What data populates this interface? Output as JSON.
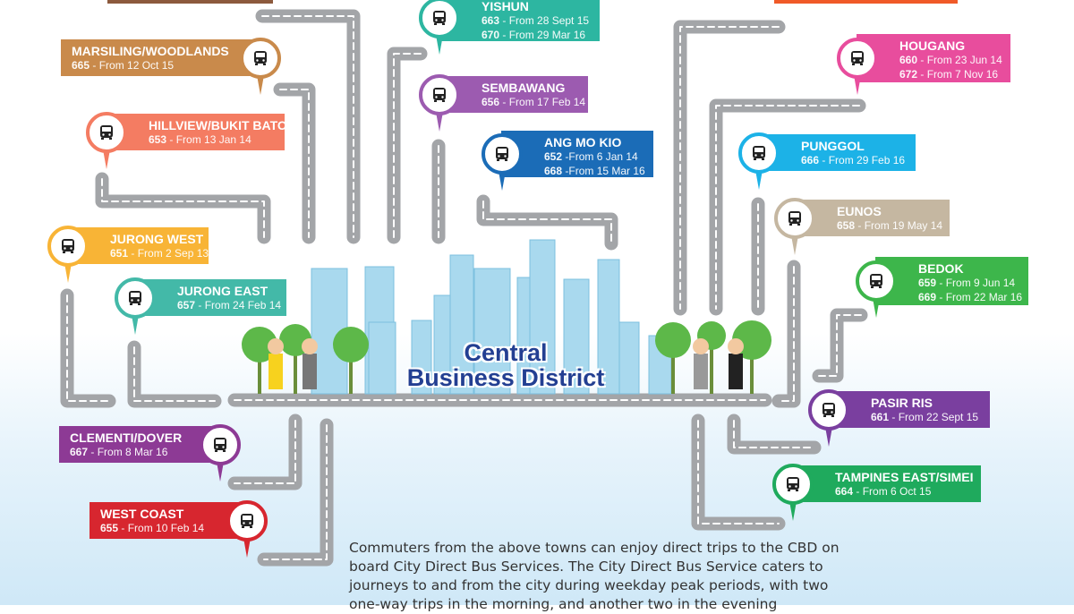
{
  "title": "Central Business District",
  "title_lines": [
    "Central",
    "Business District"
  ],
  "description": "Commuters from the above towns can enjoy direct trips to the CBD on board City Direct Bus Services. The City Direct Bus Service caters to journeys to and from the city during weekday peak periods, with two one-way trips in the morning, and another two in the evening",
  "colors": {
    "road": "#a3a5a8",
    "cbd_text": "#233f92",
    "building": "#a9d9ee"
  },
  "icon": "bus-icon",
  "towns": [
    {
      "name": "MARSILING/WOODLANDS",
      "color": "#c98a4b",
      "services": [
        {
          "no": "665",
          "from": "- From 12 Oct 15"
        }
      ]
    },
    {
      "name": "HILLVIEW/BUKIT BATOK",
      "color": "#f47c62",
      "services": [
        {
          "no": "653",
          "from": "- From 13 Jan 14"
        }
      ]
    },
    {
      "name": "JURONG WEST",
      "color": "#f8b436",
      "services": [
        {
          "no": "651",
          "from": "- From 2 Sep 13"
        }
      ]
    },
    {
      "name": "JURONG EAST",
      "color": "#43b9a8",
      "services": [
        {
          "no": "657",
          "from": "- From 24 Feb 14"
        }
      ]
    },
    {
      "name": "CLEMENTI/DOVER",
      "color": "#8d3a95",
      "services": [
        {
          "no": "667",
          "from": "- From 8 Mar 16"
        }
      ]
    },
    {
      "name": "WEST COAST",
      "color": "#d7262f",
      "services": [
        {
          "no": "655",
          "from": "- From 10 Feb 14"
        }
      ]
    },
    {
      "name": "YISHUN",
      "color": "#2db6a1",
      "services": [
        {
          "no": "663",
          "from": "- From 28 Sept 15"
        },
        {
          "no": "670",
          "from": "- From 29 Mar 16"
        }
      ]
    },
    {
      "name": "SEMBAWANG",
      "color": "#9c5bb0",
      "services": [
        {
          "no": "656",
          "from": "- From 17 Feb 14"
        }
      ]
    },
    {
      "name": "ANG MO KIO",
      "color": "#1b6cb7",
      "services": [
        {
          "no": "652",
          "from": "-From 6 Jan 14"
        },
        {
          "no": "668",
          "from": "-From 15 Mar 16"
        }
      ]
    },
    {
      "name": "HOUGANG",
      "color": "#e84d9d",
      "services": [
        {
          "no": "660",
          "from": "- From 23 Jun 14"
        },
        {
          "no": "672",
          "from": "- From 7 Nov 16"
        }
      ]
    },
    {
      "name": "PUNGGOL",
      "color": "#1cb2e7",
      "services": [
        {
          "no": "666",
          "from": "- From 29 Feb 16"
        }
      ]
    },
    {
      "name": "EUNOS",
      "color": "#c5b7a1",
      "services": [
        {
          "no": "658",
          "from": "- From 19 May 14"
        }
      ]
    },
    {
      "name": "BEDOK",
      "color": "#3db64b",
      "services": [
        {
          "no": "659",
          "from": "- From 9 Jun 14"
        },
        {
          "no": "669",
          "from": "- From 22 Mar 16"
        }
      ]
    },
    {
      "name": "PASIR RIS",
      "color": "#7a3f9f",
      "services": [
        {
          "no": "661",
          "from": "- From 22 Sept 15"
        }
      ]
    },
    {
      "name": "TAMPINES EAST/SIMEI",
      "color": "#1faa5d",
      "services": [
        {
          "no": "664",
          "from": "- From 6 Oct 15"
        }
      ]
    }
  ]
}
